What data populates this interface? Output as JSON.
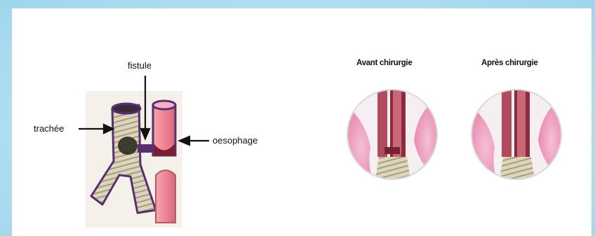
{
  "labels": {
    "fistule": "fistule",
    "trachee": "trachée",
    "oesophage": "oesophage",
    "avant": "Avant chirurgie",
    "apres": "Après chirurgie"
  },
  "colors": {
    "frame": "#a9dcee",
    "trachea": "#d9d2b8",
    "trachea_outline": "#5a2f6e",
    "esophagus": "#f08a9a",
    "tissue": "#e98fb3"
  }
}
